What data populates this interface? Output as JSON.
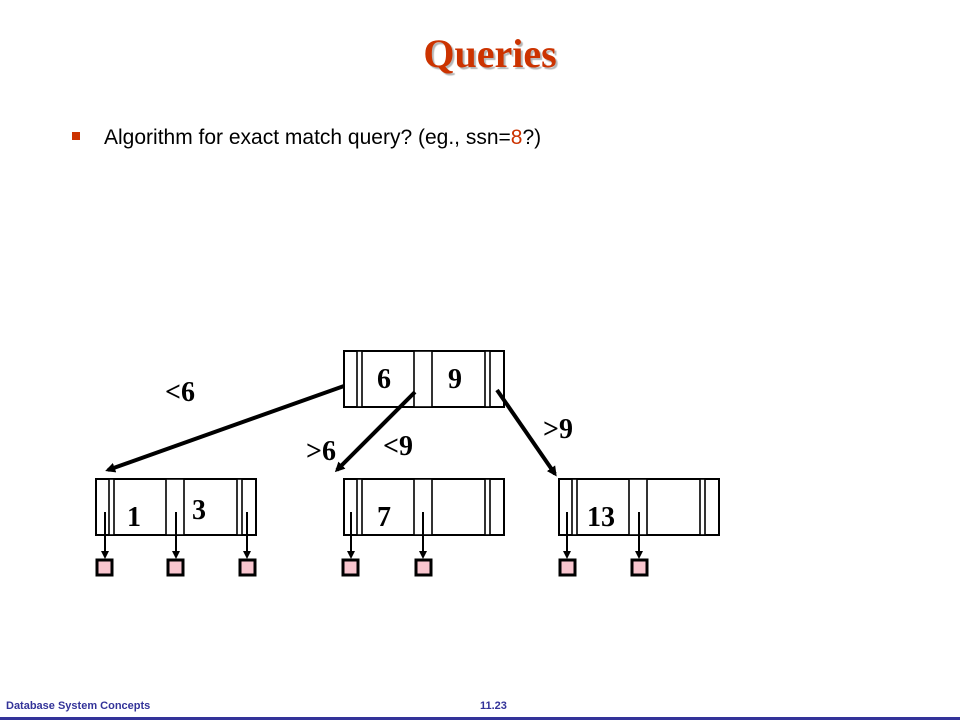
{
  "slide": {
    "title": "Queries",
    "bullet": {
      "text_before": "Algorithm for exact match query? (eg., ssn=",
      "highlight": "8",
      "text_after": "?)"
    }
  },
  "tree": {
    "root": {
      "keys": [
        "6",
        "9"
      ]
    },
    "children": [
      {
        "keys": [
          "1",
          "3"
        ]
      },
      {
        "keys": [
          "7",
          ""
        ]
      },
      {
        "keys": [
          "13",
          ""
        ]
      }
    ],
    "edge_labels": {
      "lt6": "<6",
      "gt6": ">6",
      "lt9": "<9",
      "gt9": ">9"
    }
  },
  "footer": {
    "left": "Database  System Concepts",
    "right": "11.23"
  },
  "colors": {
    "title": "#cc3300",
    "accent": "#cc3300",
    "leaf_fill": "#f9c6cf",
    "footer": "#333399"
  }
}
